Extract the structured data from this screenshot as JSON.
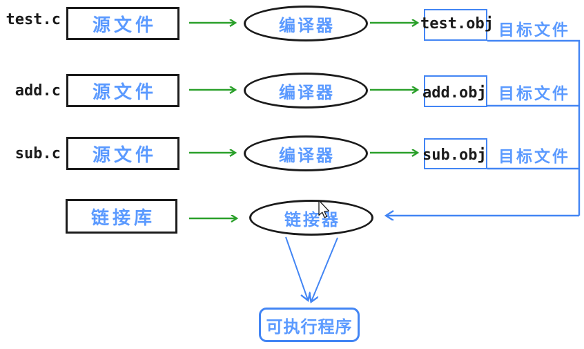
{
  "diagram": {
    "rows": [
      {
        "file": "test.c",
        "source": "源文件",
        "compiler": "编译器",
        "obj": "test.obj",
        "target": "目标文件"
      },
      {
        "file": "add.c",
        "source": "源文件",
        "compiler": "编译器",
        "obj": "add.obj",
        "target": "目标文件"
      },
      {
        "file": "sub.c",
        "source": "源文件",
        "compiler": "编译器",
        "obj": "sub.obj",
        "target": "目标文件"
      }
    ],
    "linker_row": {
      "library": "链接库",
      "linker": "链接器"
    },
    "output": {
      "executable": "可执行程序"
    },
    "colors": {
      "arrow_green": "#2aa02a",
      "line_blue": "#4285f4",
      "label_blue": "#5b9aff",
      "text_black": "#1b1b1b",
      "background": "#ffffff"
    }
  }
}
